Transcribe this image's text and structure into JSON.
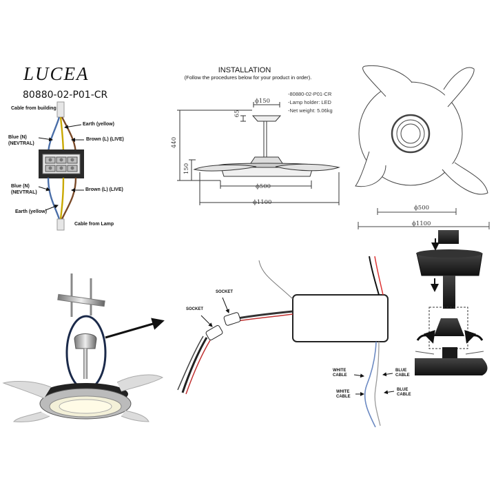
{
  "brand": "LUCEA",
  "model_code": "80880-02-P01-CR",
  "wiring": {
    "cable_from_building": "Cable from building",
    "earth_top": "Earth (yellow)",
    "blue_top": "Blue (N)\n(NEVTRAL)",
    "brown_top": "Brown (L) (LIVE)",
    "blue_bottom": "Blue (N)\n(NEVTRAL)",
    "brown_bottom": "Brown (L) (LIVE)",
    "earth_bottom": "Earth (yellow)",
    "cable_from_lamp": "Cable from Lamp"
  },
  "installation": {
    "title": "INSTALLATION",
    "subtitle": "(Follow the procedures below for your product in order)."
  },
  "specs": {
    "model": "-80880-02-P01-CR",
    "lamp_holder": "-Lamp holder: LED",
    "net_weight": "-Net weight: 5.06kg"
  },
  "dimensions": {
    "canopy_dia": "ϕ150",
    "canopy_h": "65",
    "total_h": "440",
    "body_h": "150",
    "body_dia": "ϕ500",
    "span_dia": "ϕ1100",
    "top_body_dia": "ϕ500",
    "top_span_dia": "ϕ1100"
  },
  "connection": {
    "socket_left": "SOCKET",
    "socket_right": "SOCKET",
    "white_cable_1": "WHITE\nCABLE",
    "blue_cable_1": "BLUE\nCABLE",
    "white_cable_2": "WHITE\nCABLE",
    "blue_cable_2": "BLUE\nCABLE"
  },
  "colors": {
    "line": "#333333",
    "yellow": "#c9a800",
    "blue": "#4a6ea8",
    "brown": "#7a4a28",
    "red": "#c03030",
    "dark": "#1a1a1a"
  }
}
